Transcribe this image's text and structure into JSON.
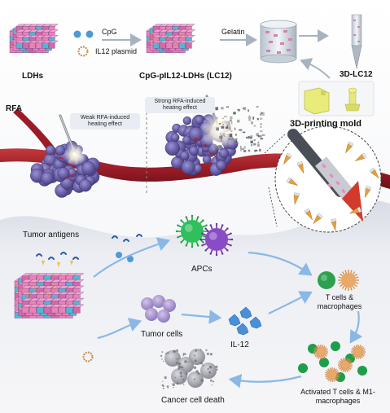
{
  "synthesis": {
    "ldhs": "LDHs",
    "cpg": "CpG",
    "il12_plasmid": "IL12 plasmid",
    "lc12": "CpG-pIL12-LDHs (LC12)",
    "gelatin": "Gelatin",
    "three_d_lc12": "3D-LC12",
    "mold": "3D-printing mold"
  },
  "rfa": {
    "title": "RFA",
    "weak": "Weak RFA-induced heating effect",
    "strong": "Strong RFA-induced heating effect"
  },
  "immune": {
    "tumor_antigens": "Tumor antigens",
    "apcs": "APCs",
    "tumor_cells": "Tumor cells",
    "il12": "IL-12",
    "t_cells": "T cells & macrophages",
    "activated": "Activated T cells & M1-macrophages",
    "death": "Cancer cell death"
  },
  "colors": {
    "ldh_pink": "#e783b8",
    "ldh_cyan": "#4fb9d4",
    "ldh_purple": "#8b4f9c",
    "tumor": "#6e63a8",
    "vessel": "#9a1c27",
    "apc_green": "#2fbf5b",
    "apc_purple": "#8a4bc6",
    "il12_blue": "#4a90d9",
    "tcell_green": "#1e9e4a",
    "macrophage_orange": "#e8a96a",
    "arrow_blue": "#8ab8e6",
    "needle_orange": "#e6a13c"
  }
}
